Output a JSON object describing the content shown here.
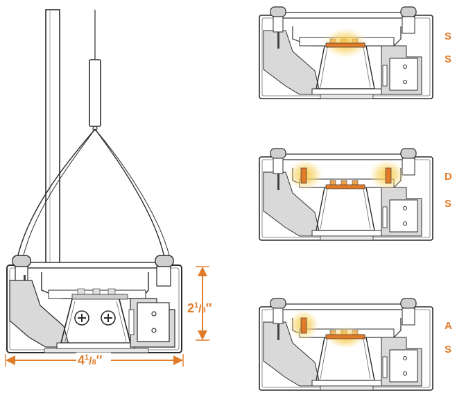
{
  "colors": {
    "accent": "#e07b2a",
    "housing_fill": "#d9d9d9",
    "outline": "#2b2b2b",
    "glow": "#f7c948"
  },
  "dimensions": {
    "height": {
      "whole": "2",
      "num": "1",
      "den": "8",
      "unit": "″"
    },
    "width": {
      "whole": "4",
      "num": "1",
      "den": "8",
      "unit": "″"
    }
  },
  "side_labels": {
    "top": [
      "S",
      "S"
    ],
    "middle": [
      "D",
      "S"
    ],
    "bottom": [
      "A",
      "S"
    ]
  }
}
